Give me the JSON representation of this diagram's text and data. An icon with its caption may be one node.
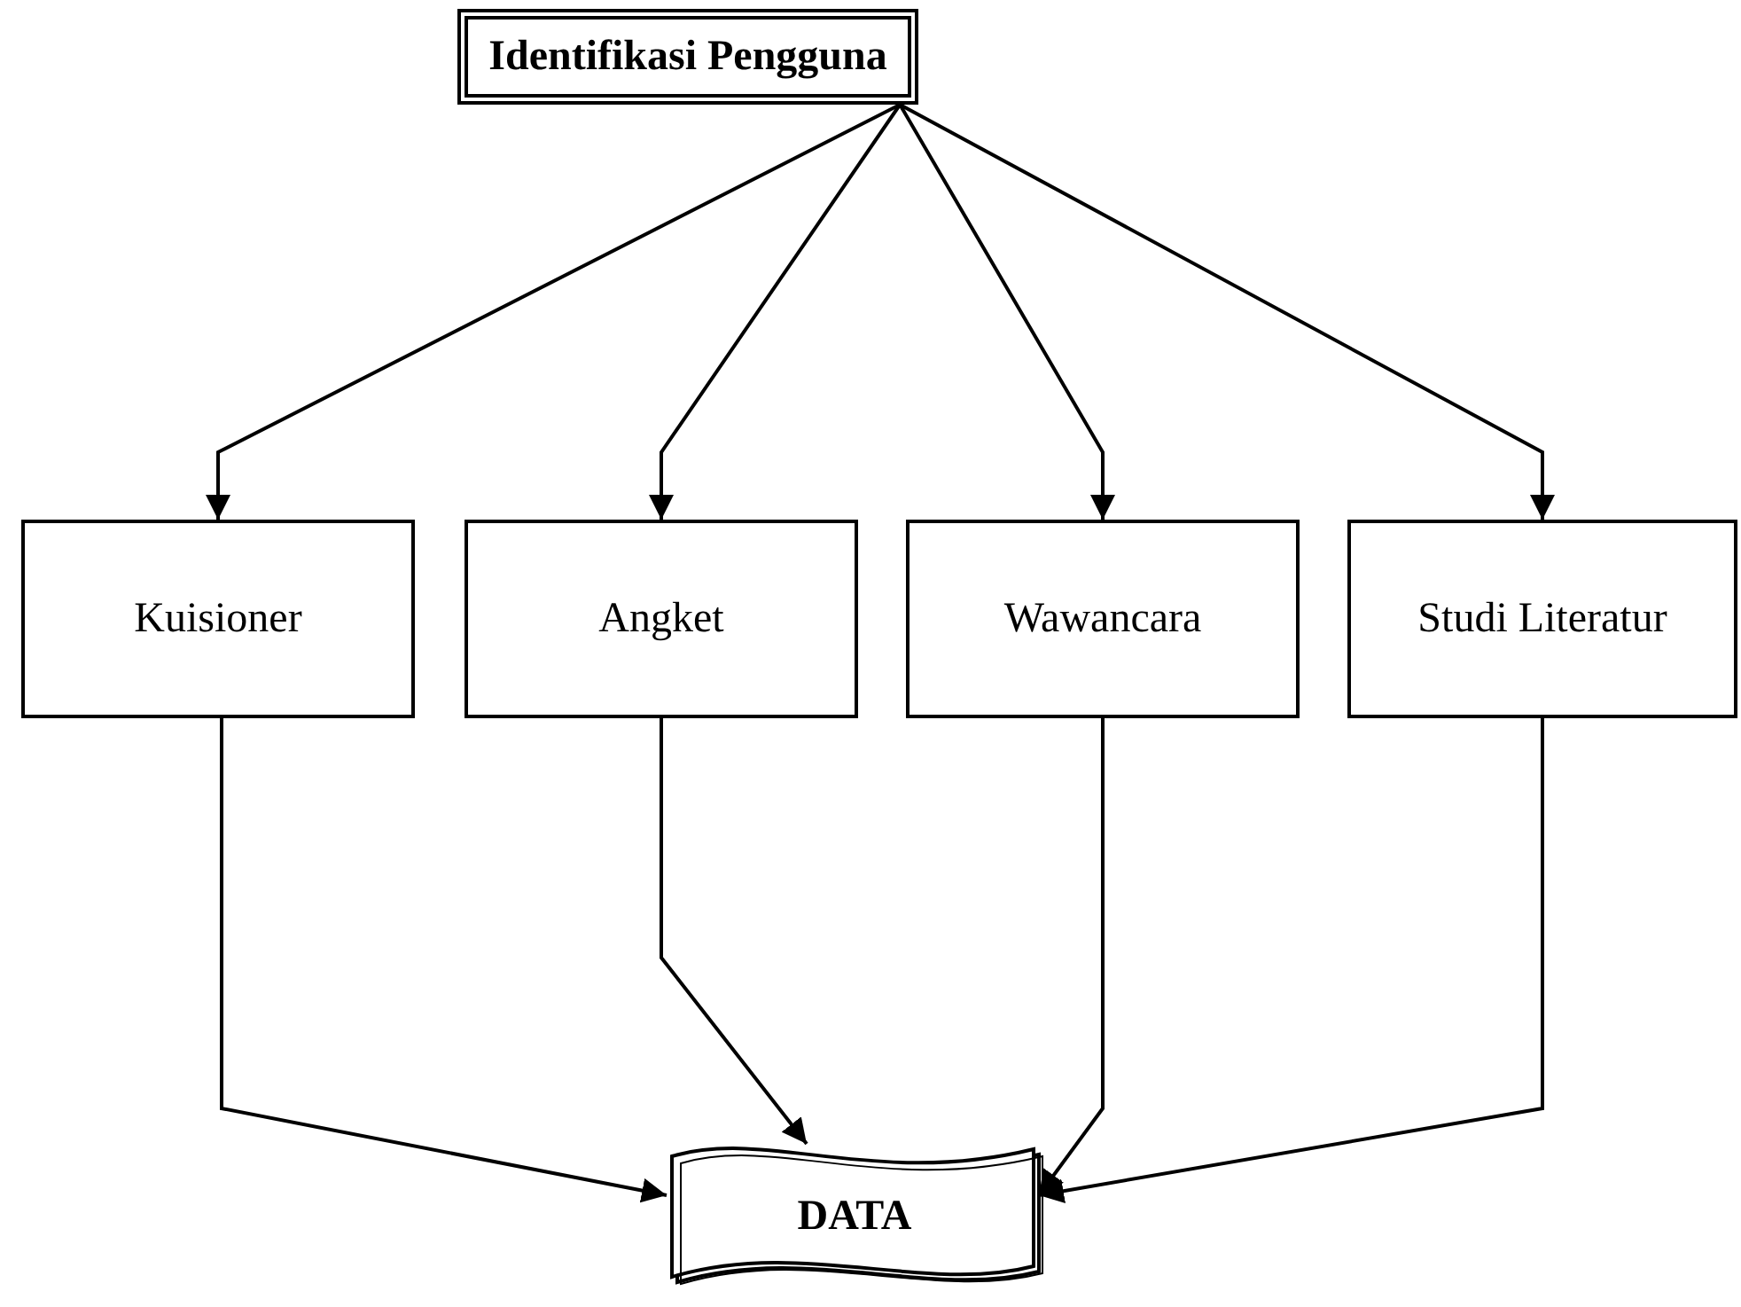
{
  "diagram": {
    "nodes": [
      {
        "text": [
          "Identifikasi Pengguna"
        ]
      },
      {
        "text": [
          "Kuisioner"
        ]
      },
      {
        "text": [
          "Angket"
        ]
      },
      {
        "text": [
          "Wawancara"
        ]
      },
      {
        "text": [
          "Studi Literatur"
        ]
      },
      {
        "text": [
          "DATA"
        ]
      }
    ],
    "edges": [
      {
        "from": 0,
        "to": 1,
        "arrow": "to"
      },
      {
        "from": 0,
        "to": 2,
        "arrow": "to"
      },
      {
        "from": 0,
        "to": 3,
        "arrow": "to"
      },
      {
        "from": 0,
        "to": 4,
        "arrow": "to"
      },
      {
        "from": 1,
        "to": 5,
        "arrow": "to"
      },
      {
        "from": 2,
        "to": 5,
        "arrow": "to"
      },
      {
        "from": 3,
        "to": 5,
        "arrow": "to"
      },
      {
        "from": 4,
        "to": 5,
        "arrow": "to"
      }
    ]
  }
}
